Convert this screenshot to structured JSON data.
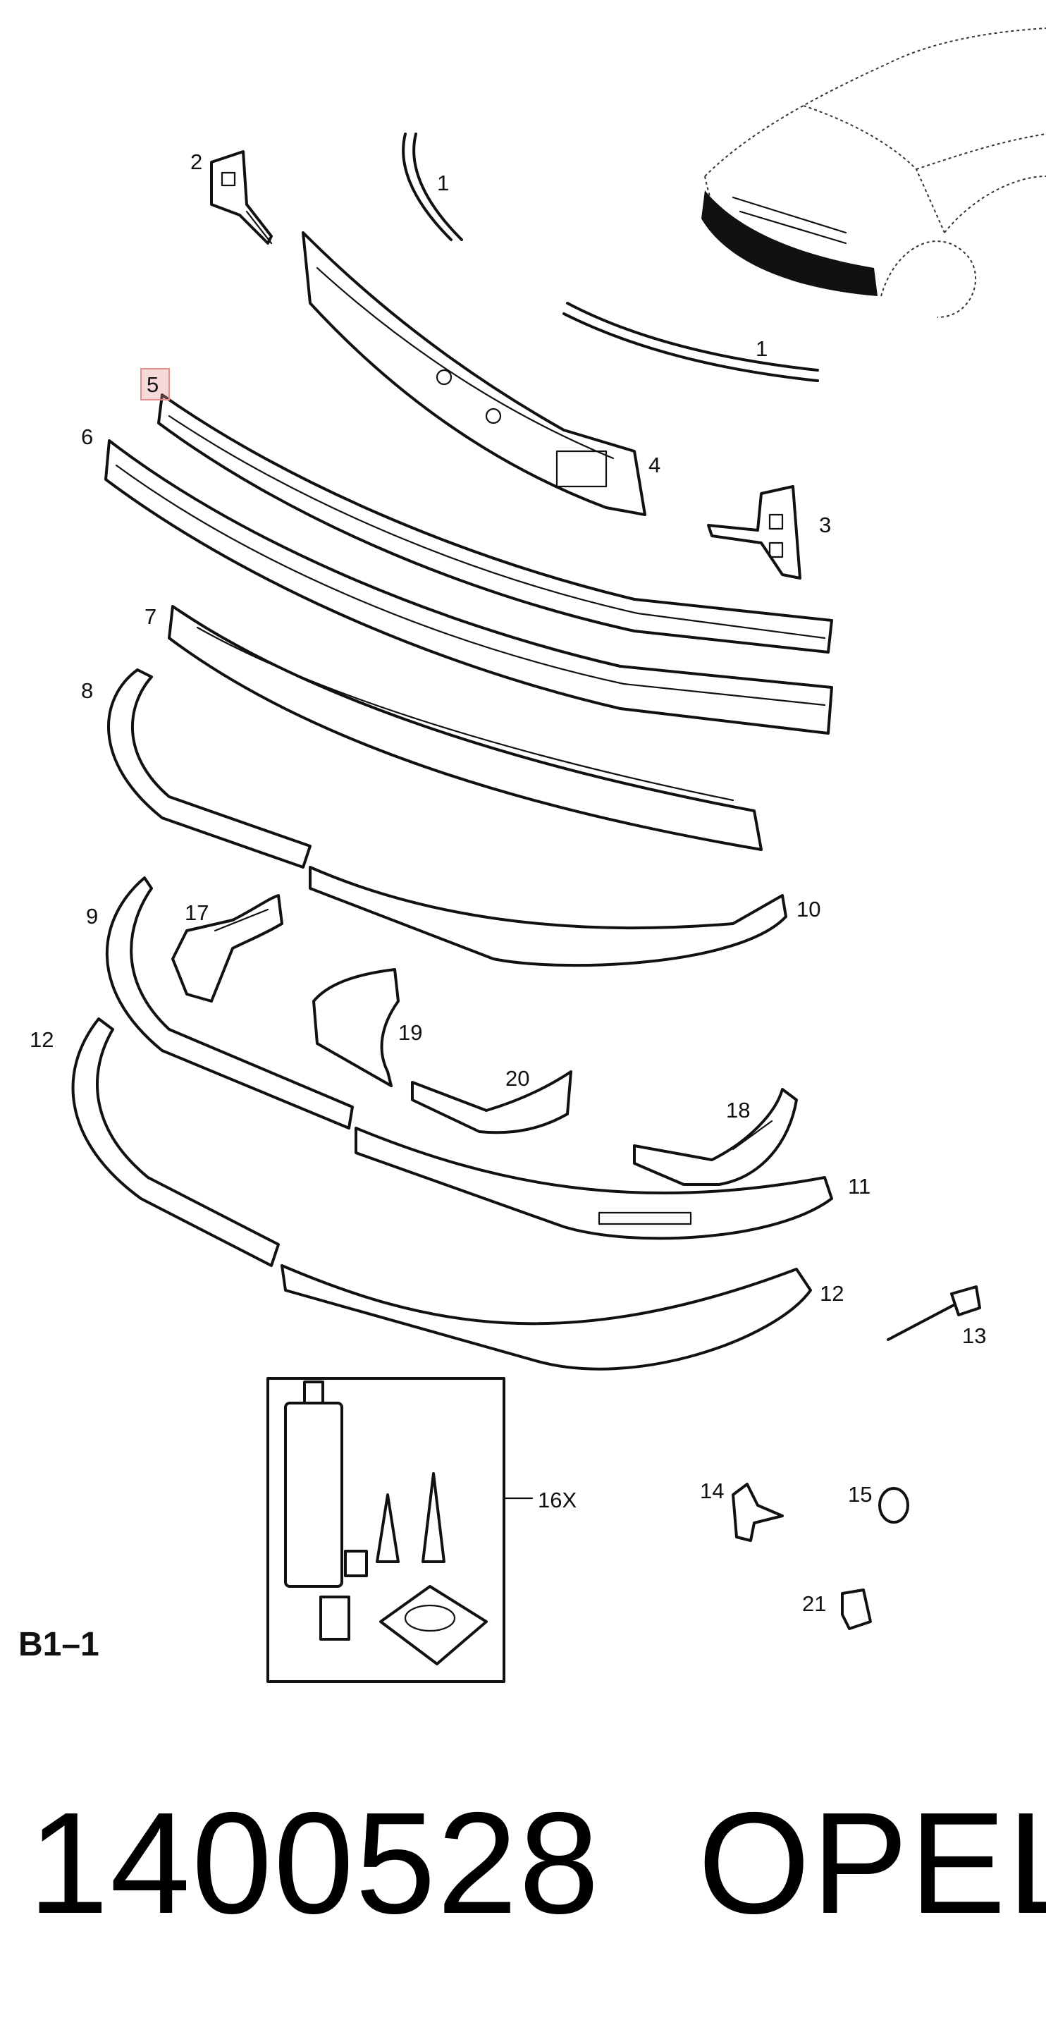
{
  "figure_code": "B1–1",
  "part_number": "1400528",
  "brand": "OPEL",
  "highlight_color": "#e58c8c",
  "callouts": {
    "c1a": "1",
    "c1b": "1",
    "c2": "2",
    "c3": "3",
    "c4": "4",
    "c5": "5",
    "c6": "6",
    "c7": "7",
    "c8": "8",
    "c9": "9",
    "c10": "10",
    "c11": "11",
    "c12a": "12",
    "c12b": "12",
    "c13": "13",
    "c14": "14",
    "c15": "15",
    "c16": "16X",
    "c17": "17",
    "c18": "18",
    "c19": "19",
    "c20": "20",
    "c21": "21"
  }
}
